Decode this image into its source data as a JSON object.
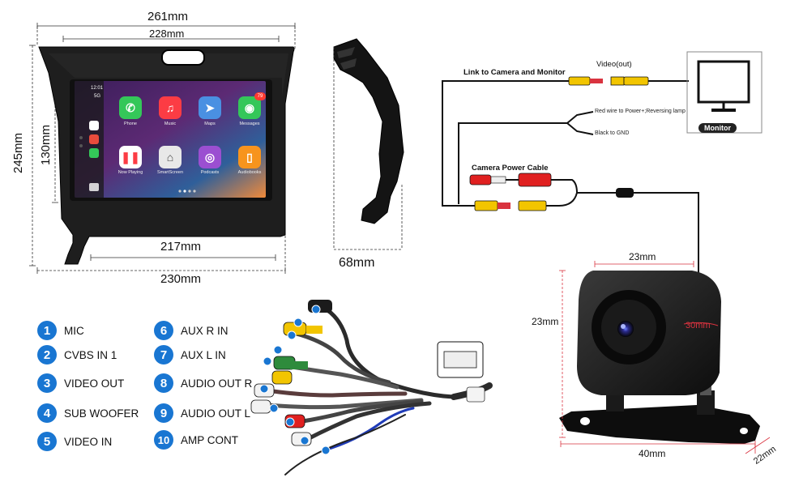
{
  "dimensions": {
    "head_unit_width_outer": "261mm",
    "head_unit_width_inner": "228mm",
    "head_unit_height_outer": "245mm",
    "head_unit_height_inner": "130mm",
    "screen_width": "217mm",
    "base_width": "230mm",
    "bracket_depth": "68mm",
    "camera_width_top": "23mm",
    "camera_height": "23mm",
    "camera_depth": "30mm",
    "camera_bracket_width": "40mm",
    "camera_bracket_depth": "22mm"
  },
  "screen": {
    "time": "12:01",
    "signal": "5G",
    "apps": [
      {
        "name": "Phone",
        "icon": "phone-icon",
        "color": "#34c759"
      },
      {
        "name": "Music",
        "icon": "music-icon",
        "color": "#fc3c44"
      },
      {
        "name": "Maps",
        "icon": "maps-icon",
        "color": "#4a90e2"
      },
      {
        "name": "Messages",
        "icon": "messages-icon",
        "color": "#34c759",
        "badge": "79"
      },
      {
        "name": "Now Playing",
        "icon": "now-playing-icon",
        "color": "#ffffff"
      },
      {
        "name": "SmartScreen",
        "icon": "home-icon",
        "color": "#e8e8e8"
      },
      {
        "name": "Podcasts",
        "icon": "podcasts-icon",
        "color": "#9b4fd1"
      },
      {
        "name": "Audiobooks",
        "icon": "audiobooks-icon",
        "color": "#f7941d"
      }
    ]
  },
  "wiring": {
    "link_label": "Link to Camera and Monitor",
    "video_out_label": "Video(out)",
    "red_wire_label": "Red wire to Power+;Reversing lamp",
    "black_wire_label": "Black to GND",
    "power_cable_label": "Camera Power Cable",
    "monitor_label": "Monitor"
  },
  "legend": [
    {
      "num": "1",
      "label": "MIC"
    },
    {
      "num": "2",
      "label": "CVBS IN 1"
    },
    {
      "num": "3",
      "label": "VIDEO OUT"
    },
    {
      "num": "4",
      "label": "SUB WOOFER"
    },
    {
      "num": "5",
      "label": "VIDEO IN"
    },
    {
      "num": "6",
      "label": "AUX R IN"
    },
    {
      "num": "7",
      "label": "AUX L IN"
    },
    {
      "num": "8",
      "label": "AUDIO OUT R"
    },
    {
      "num": "9",
      "label": "AUDIO OUT L"
    },
    {
      "num": "10",
      "label": "AMP CONT"
    }
  ],
  "colors": {
    "accent_blue": "#1976d2",
    "dim_red": "#d9333f",
    "cable_yellow": "#f2c500",
    "cable_red": "#e02020",
    "cable_green": "#2e8b3c",
    "cable_white": "#f2f2f2"
  }
}
